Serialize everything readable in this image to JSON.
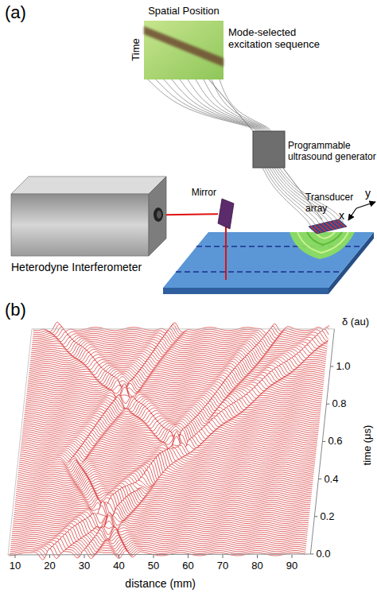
{
  "diagram": {
    "nodes": [
      {
        "text": [
          "Spatial Position",
          "Time",
          "Mode-selected excitation sequence"
        ]
      },
      {
        "text": [
          "Programmable ultrasound generator"
        ]
      },
      {
        "text": [
          "Transducer array"
        ]
      },
      {
        "text": [
          "Heterodyne Interferometer"
        ]
      },
      {
        "text": [
          "Mirror"
        ]
      }
    ],
    "edges": [
      {
        "from": 0,
        "to": 1,
        "arrow": "none"
      },
      {
        "from": 1,
        "to": 2,
        "arrow": "none"
      },
      {
        "from": 3,
        "to": 4,
        "arrow": "none"
      }
    ],
    "labels": [
      "(a)",
      "y",
      "x",
      "(b)",
      "δ (au)",
      "1.0",
      "0.8",
      "0.6",
      "0.4",
      "0.2",
      "0.0",
      "time (μs)",
      "10",
      "20",
      "30",
      "40",
      "50",
      "60",
      "70",
      "80",
      "90",
      "distance (mm)"
    ]
  }
}
